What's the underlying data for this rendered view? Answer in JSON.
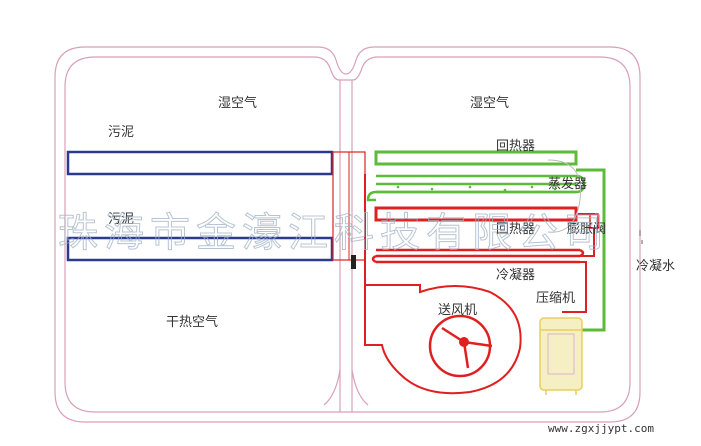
{
  "labels": {
    "humid_air_left": "湿空气",
    "humid_air_right": "湿空气",
    "sludge_top": "污泥",
    "sludge_bottom": "污泥",
    "heat_recovery_top": "回热器",
    "evaporator": "蒸发器",
    "heat_recovery_bottom": "回热器",
    "expansion_valve": "膨胀阀",
    "condensate": "冷凝水",
    "condenser": "冷凝器",
    "compressor": "压缩机",
    "fan": "送风机",
    "dry_hot_air": "干热空气"
  },
  "watermark": "珠海市金濠江科技有限公司",
  "website": "www.zgxjjypt.com",
  "colors": {
    "enclosure": "#d9a0b8",
    "sludge_tray": "#2b3a8f",
    "air_loop": "#e02020",
    "refrigerant_loop": "#5dbb3a",
    "compressor": "#f3e6a0"
  }
}
